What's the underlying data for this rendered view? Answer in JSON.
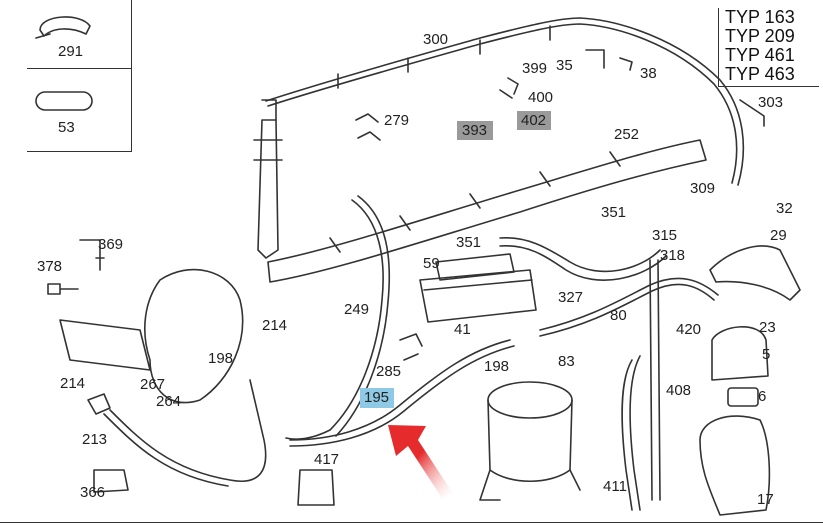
{
  "vehicle_types": [
    "TYP 163",
    "TYP 209",
    "TYP 461",
    "TYP 463"
  ],
  "part_labels": {
    "p291": "291",
    "p53": "53",
    "p300": "300",
    "p399": "399",
    "p35": "35",
    "p38": "38",
    "p303": "303",
    "p400": "400",
    "p279": "279",
    "p393": "393",
    "p402": "402",
    "p252": "252",
    "p309": "309",
    "p32": "32",
    "p351a": "351",
    "p315": "315",
    "p29": "29",
    "p369": "369",
    "p351b": "351",
    "p378": "378",
    "p59": "59",
    "p318": "318",
    "p327": "327",
    "p249": "249",
    "p80": "80",
    "p214a": "214",
    "p41": "41",
    "p23": "23",
    "p420": "420",
    "p198a": "198",
    "p285": "285",
    "p198b": "198",
    "p83": "83",
    "p5": "5",
    "p214b": "214",
    "p267": "267",
    "p264": "264",
    "p195": "195",
    "p408": "408",
    "p6": "6",
    "p213": "213",
    "p417": "417",
    "p366": "366",
    "p411": "411",
    "p17": "17"
  },
  "highlight_colors": {
    "gray": "#9a9a9a",
    "blue": "#8ecae6",
    "arrow": "#e52b2b"
  }
}
